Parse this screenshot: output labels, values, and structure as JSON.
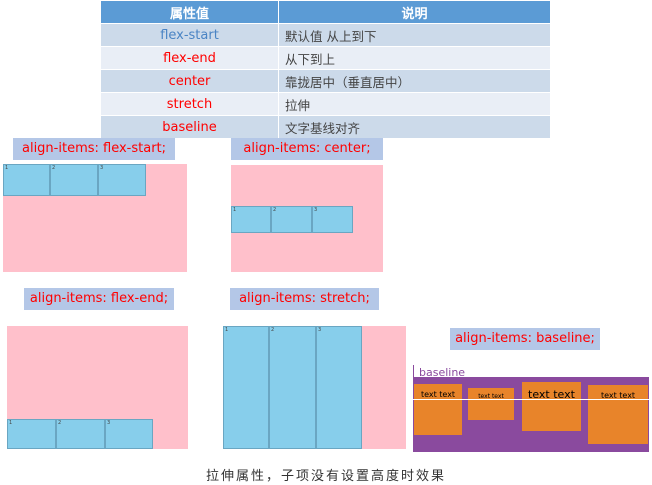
{
  "table": {
    "headers": [
      "属性值",
      "说明"
    ],
    "rows": [
      {
        "value": "flex-start",
        "desc": "默认值 从上到下"
      },
      {
        "value": "flex-end",
        "desc": "从下到上"
      },
      {
        "value": "center",
        "desc": "靠拢居中（垂直居中）"
      },
      {
        "value": "stretch",
        "desc": "拉伸"
      },
      {
        "value": "baseline",
        "desc": "文字基线对齐"
      }
    ]
  },
  "demos": {
    "flex_start": {
      "label": "align-items: flex-start;"
    },
    "center": {
      "label": "align-items: center;"
    },
    "flex_end": {
      "label": "align-items: flex-end;"
    },
    "stretch": {
      "label": "align-items: stretch;"
    },
    "baseline": {
      "label": "align-items: baseline;",
      "line_label": "baseline"
    }
  },
  "item_numbers": [
    "1",
    "2",
    "3"
  ],
  "baseline_items": [
    "text text",
    "text text",
    "text text",
    "text text"
  ],
  "caption": "拉伸属性，子项没有设置高度时效果",
  "colors": {
    "table_header": "#5b9bd5",
    "label_bg": "#b4c7e7",
    "label_text": "#ff0000",
    "container": "#ffc0cb",
    "item": "#87ceeb",
    "baseline_container": "#8a4a9e",
    "baseline_item": "#e8842a"
  }
}
